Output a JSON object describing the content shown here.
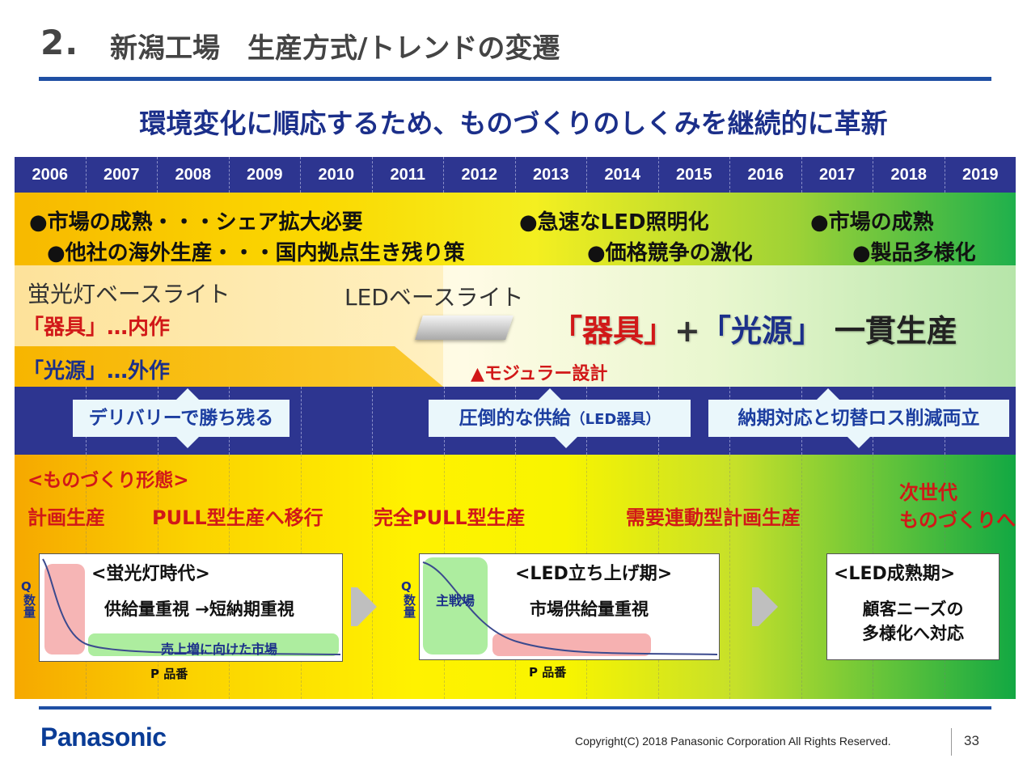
{
  "header": {
    "number": "2.",
    "title": "新潟工場　生産方式/トレンドの変遷"
  },
  "headline": "環境変化に順応するため、ものづくりのしくみを継続的に革新",
  "timeline": {
    "years": [
      "2006",
      "2007",
      "2008",
      "2009",
      "2010",
      "2011",
      "2012",
      "2013",
      "2014",
      "2015",
      "2016",
      "2017",
      "2018",
      "2019"
    ]
  },
  "market": {
    "b1": "●市場の成熟・・・シェア拡大必要",
    "b2": "●他社の海外生産・・・国内拠点生き残り策",
    "b3": "●急速なLED照明化",
    "b4": "●価格競争の激化",
    "b5": "●市場の成熟",
    "b6": "●製品多様化"
  },
  "product": {
    "fluor_label": "蛍光灯ベースライト",
    "fixture_inhouse_a": "「器具」",
    "fixture_inhouse_b": "…内作",
    "source_out_a": "「光源」",
    "source_out_b": "…外作",
    "led_label": "LEDベースライト",
    "integrated_a": "「器具」",
    "integrated_plus": "+",
    "integrated_b": "「光源」",
    "integrated_c": "一貫生産",
    "modular": "▲モジュラー設計"
  },
  "callouts": {
    "c1": "デリバリーで勝ち残る",
    "c2a": "圧倒的な供給",
    "c2b": "（LED器具）",
    "c3": "納期対応と切替ロス削減両立"
  },
  "monozukuri": {
    "heading": "<ものづくり形態>",
    "s1": "計画生産",
    "s2": "PULL型生産へ移行",
    "s3": "完全PULL型生産",
    "s4": "需要連動型計画生産",
    "s5a": "次世代",
    "s5b": "ものづくりへ"
  },
  "panels": {
    "p1": {
      "title": "<蛍光灯時代>",
      "text": "供給量重視 →短納期重視",
      "market_label": "売上増に向けた市場",
      "ylabel_q": "Q",
      "ylabel": "数量",
      "xlabel": "P 品番"
    },
    "p2": {
      "title": "<LED立ち上げ期>",
      "text": "市場供給量重視",
      "main_label": "主戦場",
      "ylabel_q": "Q",
      "ylabel": "数量",
      "xlabel": "P 品番"
    },
    "p3": {
      "title": "<LED成熟期>",
      "text1": "顧客ニーズの",
      "text2": "多様化へ対応"
    }
  },
  "footer": {
    "logo": "Panasonic",
    "copyright": "Copyright(C) 2018 Panasonic Corporation All Rights Reserved.",
    "page": "33"
  },
  "colors": {
    "accent": "#1f4fa3",
    "navy": "#2d3590",
    "red": "#d11818",
    "callout_text": "#1c3ea0"
  }
}
